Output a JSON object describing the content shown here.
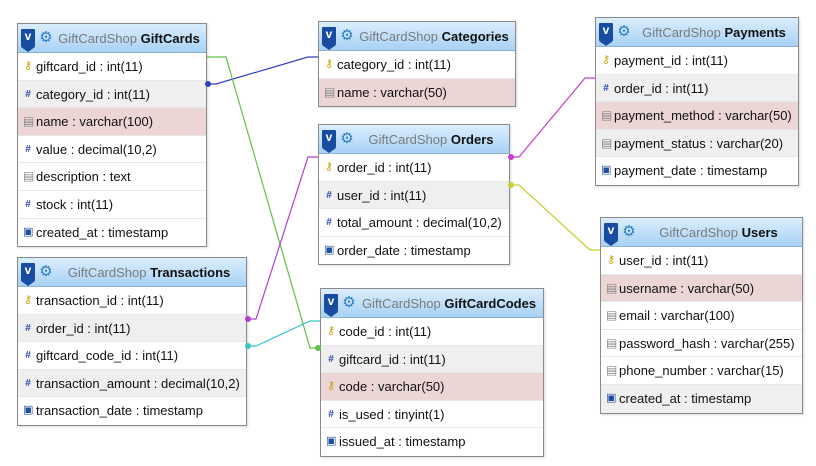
{
  "database": "GiftCardShop",
  "tables": [
    {
      "id": "giftcards",
      "name": "GiftCards",
      "columns": [
        {
          "label": "giftcard_id : int(11)",
          "icon": "primary-key-icon"
        },
        {
          "label": "category_id : int(11)",
          "icon": "numeric-column-icon"
        },
        {
          "label": "name : varchar(100)",
          "icon": "text-column-icon"
        },
        {
          "label": "value : decimal(10,2)",
          "icon": "numeric-column-icon"
        },
        {
          "label": "description : text",
          "icon": "text-column-icon"
        },
        {
          "label": "stock : int(11)",
          "icon": "numeric-column-icon"
        },
        {
          "label": "created_at : timestamp",
          "icon": "datetime-column-icon"
        }
      ]
    },
    {
      "id": "categories",
      "name": "Categories",
      "columns": [
        {
          "label": "category_id : int(11)",
          "icon": "primary-key-icon"
        },
        {
          "label": "name : varchar(50)",
          "icon": "text-column-icon"
        }
      ]
    },
    {
      "id": "orders",
      "name": "Orders",
      "columns": [
        {
          "label": "order_id : int(11)",
          "icon": "primary-key-icon"
        },
        {
          "label": "user_id : int(11)",
          "icon": "numeric-column-icon"
        },
        {
          "label": "total_amount : decimal(10,2)",
          "icon": "numeric-column-icon"
        },
        {
          "label": "order_date : timestamp",
          "icon": "datetime-column-icon"
        }
      ]
    },
    {
      "id": "payments",
      "name": "Payments",
      "columns": [
        {
          "label": "payment_id : int(11)",
          "icon": "primary-key-icon"
        },
        {
          "label": "order_id : int(11)",
          "icon": "numeric-column-icon"
        },
        {
          "label": "payment_method : varchar(50)",
          "icon": "text-column-icon"
        },
        {
          "label": "payment_status : varchar(20)",
          "icon": "text-column-icon"
        },
        {
          "label": "payment_date : timestamp",
          "icon": "datetime-column-icon"
        }
      ]
    },
    {
      "id": "transactions",
      "name": "Transactions",
      "columns": [
        {
          "label": "transaction_id : int(11)",
          "icon": "primary-key-icon"
        },
        {
          "label": "order_id : int(11)",
          "icon": "numeric-column-icon"
        },
        {
          "label": "giftcard_code_id : int(11)",
          "icon": "numeric-column-icon"
        },
        {
          "label": "transaction_amount : decimal(10,2)",
          "icon": "numeric-column-icon"
        },
        {
          "label": "transaction_date : timestamp",
          "icon": "datetime-column-icon"
        }
      ]
    },
    {
      "id": "giftcardcodes",
      "name": "GiftCardCodes",
      "columns": [
        {
          "label": "code_id : int(11)",
          "icon": "primary-key-icon"
        },
        {
          "label": "giftcard_id : int(11)",
          "icon": "numeric-column-icon"
        },
        {
          "label": "code : varchar(50)",
          "icon": "primary-key-icon"
        },
        {
          "label": "is_used : tinyint(1)",
          "icon": "numeric-column-icon"
        },
        {
          "label": "issued_at : timestamp",
          "icon": "datetime-column-icon"
        }
      ]
    },
    {
      "id": "users",
      "name": "Users",
      "columns": [
        {
          "label": "user_id : int(11)",
          "icon": "primary-key-icon"
        },
        {
          "label": "username : varchar(50)",
          "icon": "text-column-icon"
        },
        {
          "label": "email : varchar(100)",
          "icon": "text-column-icon"
        },
        {
          "label": "password_hash : varchar(255)",
          "icon": "text-column-icon"
        },
        {
          "label": "phone_number : varchar(15)",
          "icon": "text-column-icon"
        },
        {
          "label": "created_at : timestamp",
          "icon": "datetime-column-icon"
        }
      ]
    }
  ],
  "relations": [
    {
      "from": "giftcards.category_id",
      "to": "categories.category_id",
      "color": "#2f3fbf"
    },
    {
      "from": "giftcardcodes.giftcard_id",
      "to": "giftcards.giftcard_id",
      "color": "#5fc24a"
    },
    {
      "from": "transactions.order_id",
      "to": "orders.order_id",
      "color": "#b13fcf"
    },
    {
      "from": "transactions.giftcard_code_id",
      "to": "giftcardcodes.code_id",
      "color": "#39c4c4"
    },
    {
      "from": "payments.order_id",
      "to": "orders.order_id",
      "color": "#c43fcf"
    },
    {
      "from": "orders.user_id",
      "to": "users.user_id",
      "color": "#c9cf2f"
    }
  ],
  "colors": {
    "header_gradient_top": "#dbeefd",
    "header_gradient_bottom": "#a7d2f5",
    "row_alt": "#efefef",
    "row_highlight": "#ecd5d5"
  }
}
